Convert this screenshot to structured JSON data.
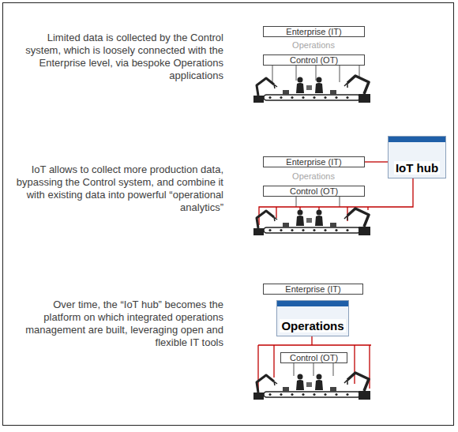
{
  "diagram": {
    "nodes": [
      {
        "text": [
          "Enterprise (IT)"
        ]
      },
      {
        "text": [
          "Control (OT)"
        ]
      },
      {
        "text": [
          "Enterprise (IT)"
        ]
      },
      {
        "text": [
          "IoT hub"
        ]
      },
      {
        "text": [
          "Control (OT)"
        ]
      },
      {
        "text": [
          "Enterprise (IT)"
        ]
      },
      {
        "text": [
          "Operations"
        ]
      },
      {
        "text": [
          "Control (OT)"
        ]
      }
    ],
    "edges": [
      {
        "from": 2,
        "to": 3,
        "arrow": "none"
      }
    ],
    "labels": [
      "Limited data is collected by the Control system, which is loosely connected with the Enterprise level, via bespoke Operations applications",
      "IoT allows to collect more production data, bypassing the Control system, and combine it with existing data into powerful “operational analytics”",
      "Over time, the “IoT hub” becomes the platform on which integrated operations management are built, leveraging open and flexible IT tools",
      "Operations",
      "Operations"
    ]
  }
}
